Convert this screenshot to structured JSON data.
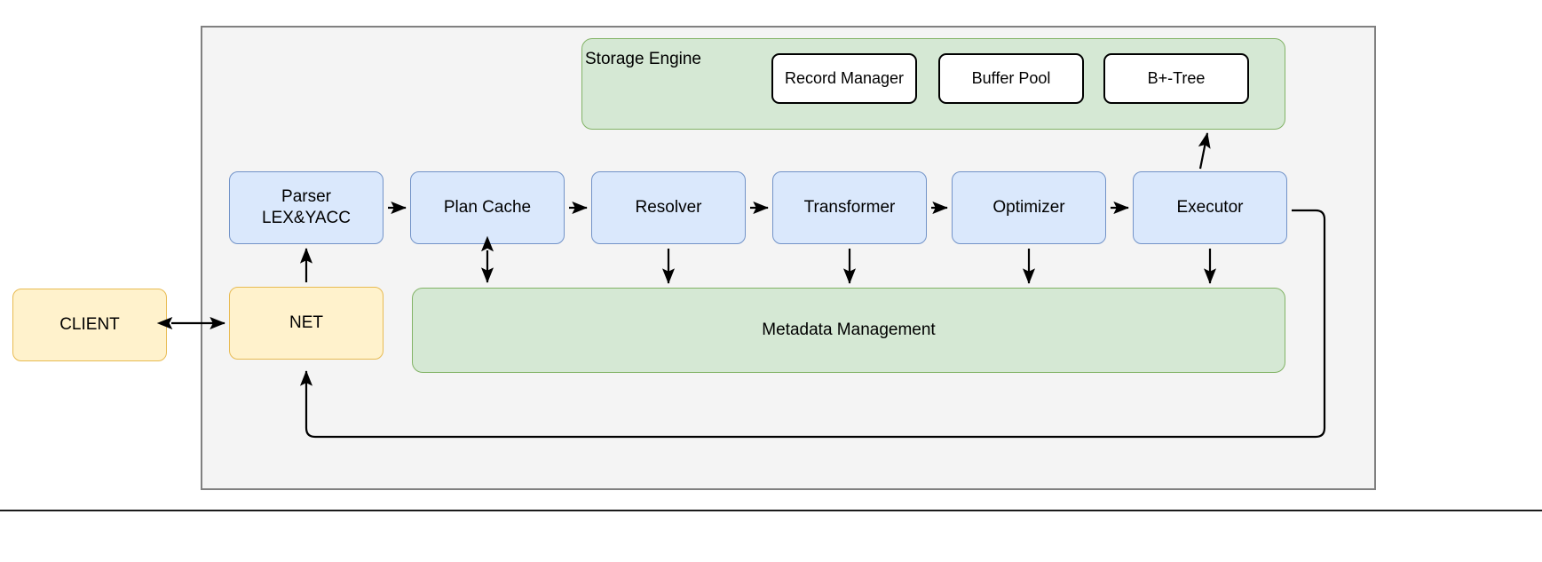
{
  "diagram": {
    "title_present": false,
    "colors": {
      "container_fill": "#f4f4f4",
      "container_border": "#808080",
      "blue_fill": "#dae8fc",
      "blue_border": "#7293c8",
      "yellow_fill": "#fff2cc",
      "yellow_border": "#e8bb52",
      "green_fill": "#d5e8d4",
      "green_border": "#82b366",
      "white_fill": "#ffffff",
      "black_border": "#000000",
      "arrow": "#000000",
      "page_divider": "#1a1a1a"
    }
  },
  "client": {
    "label": "CLIENT"
  },
  "net": {
    "label": "NET"
  },
  "storage_engine": {
    "label": "Storage Engine",
    "components": [
      {
        "label": "Record Manager"
      },
      {
        "label": "Buffer Pool"
      },
      {
        "label": "B+-Tree"
      }
    ]
  },
  "pipeline": {
    "stages": [
      {
        "label": "Parser\nLEX&YACC",
        "line1": "Parser",
        "line2": "LEX&YACC"
      },
      {
        "label": "Plan Cache"
      },
      {
        "label": "Resolver"
      },
      {
        "label": "Transformer"
      },
      {
        "label": "Optimizer"
      },
      {
        "label": "Executor"
      }
    ]
  },
  "metadata": {
    "label": "Metadata Management"
  },
  "connections": [
    {
      "name": "client-net",
      "from": "CLIENT",
      "to": "NET",
      "direction": "bidirectional"
    },
    {
      "name": "net-parser",
      "from": "NET",
      "to": "Parser LEX&YACC",
      "direction": "up"
    },
    {
      "name": "parser-plancache",
      "from": "Parser LEX&YACC",
      "to": "Plan Cache",
      "direction": "right"
    },
    {
      "name": "plancache-resolver",
      "from": "Plan Cache",
      "to": "Resolver",
      "direction": "right"
    },
    {
      "name": "resolver-transformer",
      "from": "Resolver",
      "to": "Transformer",
      "direction": "right"
    },
    {
      "name": "transformer-optimizer",
      "from": "Transformer",
      "to": "Optimizer",
      "direction": "right"
    },
    {
      "name": "optimizer-executor",
      "from": "Optimizer",
      "to": "Executor",
      "direction": "right"
    },
    {
      "name": "plancache-metadata",
      "from": "Plan Cache",
      "to": "Metadata Management",
      "direction": "bidirectional"
    },
    {
      "name": "resolver-metadata",
      "from": "Resolver",
      "to": "Metadata Management",
      "direction": "down"
    },
    {
      "name": "transformer-metadata",
      "from": "Transformer",
      "to": "Metadata Management",
      "direction": "down"
    },
    {
      "name": "optimizer-metadata",
      "from": "Optimizer",
      "to": "Metadata Management",
      "direction": "down"
    },
    {
      "name": "executor-metadata",
      "from": "Executor",
      "to": "Metadata Management",
      "direction": "down"
    },
    {
      "name": "executor-storage",
      "from": "Executor",
      "to": "Storage Engine",
      "direction": "up"
    },
    {
      "name": "executor-net-return",
      "from": "Executor",
      "to": "NET",
      "direction": "loop"
    }
  ]
}
